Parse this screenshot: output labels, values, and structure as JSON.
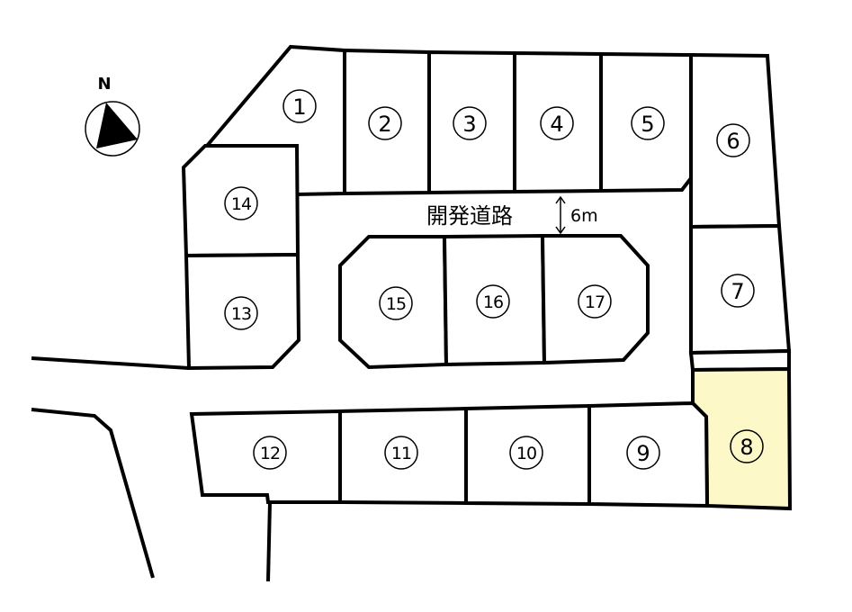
{
  "compass": {
    "label": "N"
  },
  "road": {
    "name": "開発道路",
    "width": "6m"
  },
  "lots": [
    {
      "id": "1"
    },
    {
      "id": "2"
    },
    {
      "id": "3"
    },
    {
      "id": "4"
    },
    {
      "id": "5"
    },
    {
      "id": "6"
    },
    {
      "id": "7"
    },
    {
      "id": "8",
      "highlighted": true
    },
    {
      "id": "9"
    },
    {
      "id": "10"
    },
    {
      "id": "11"
    },
    {
      "id": "12"
    },
    {
      "id": "13"
    },
    {
      "id": "14"
    },
    {
      "id": "15"
    },
    {
      "id": "16"
    },
    {
      "id": "17"
    }
  ],
  "colors": {
    "highlight": "#fdf8c8",
    "line": "#000000"
  }
}
